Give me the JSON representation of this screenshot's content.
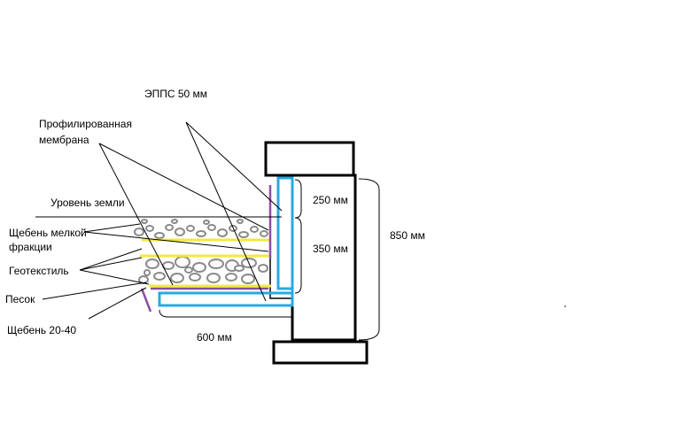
{
  "labels": {
    "epps": "ЭППС 50 мм",
    "membrane_line1": "Профилированная",
    "membrane_line2": "мембрана",
    "ground_level": "Уровень земли",
    "fine_gravel_line1": "Щебень мелкой",
    "fine_gravel_line2": "фракции",
    "geotextile": "Геотекстиль",
    "sand": "Песок",
    "gravel_20_40": "Щебень 20-40"
  },
  "dimensions": {
    "d250": "250 мм",
    "d350": "350 мм",
    "d850": "850 мм",
    "d600": "600 мм"
  },
  "colors": {
    "insulation": "#29a9e0",
    "membrane": "#8b4fa3",
    "geotextile": "#f2ea3a",
    "outline": "#000000",
    "gravel": "#8a8a8a",
    "leader": "#000000"
  }
}
